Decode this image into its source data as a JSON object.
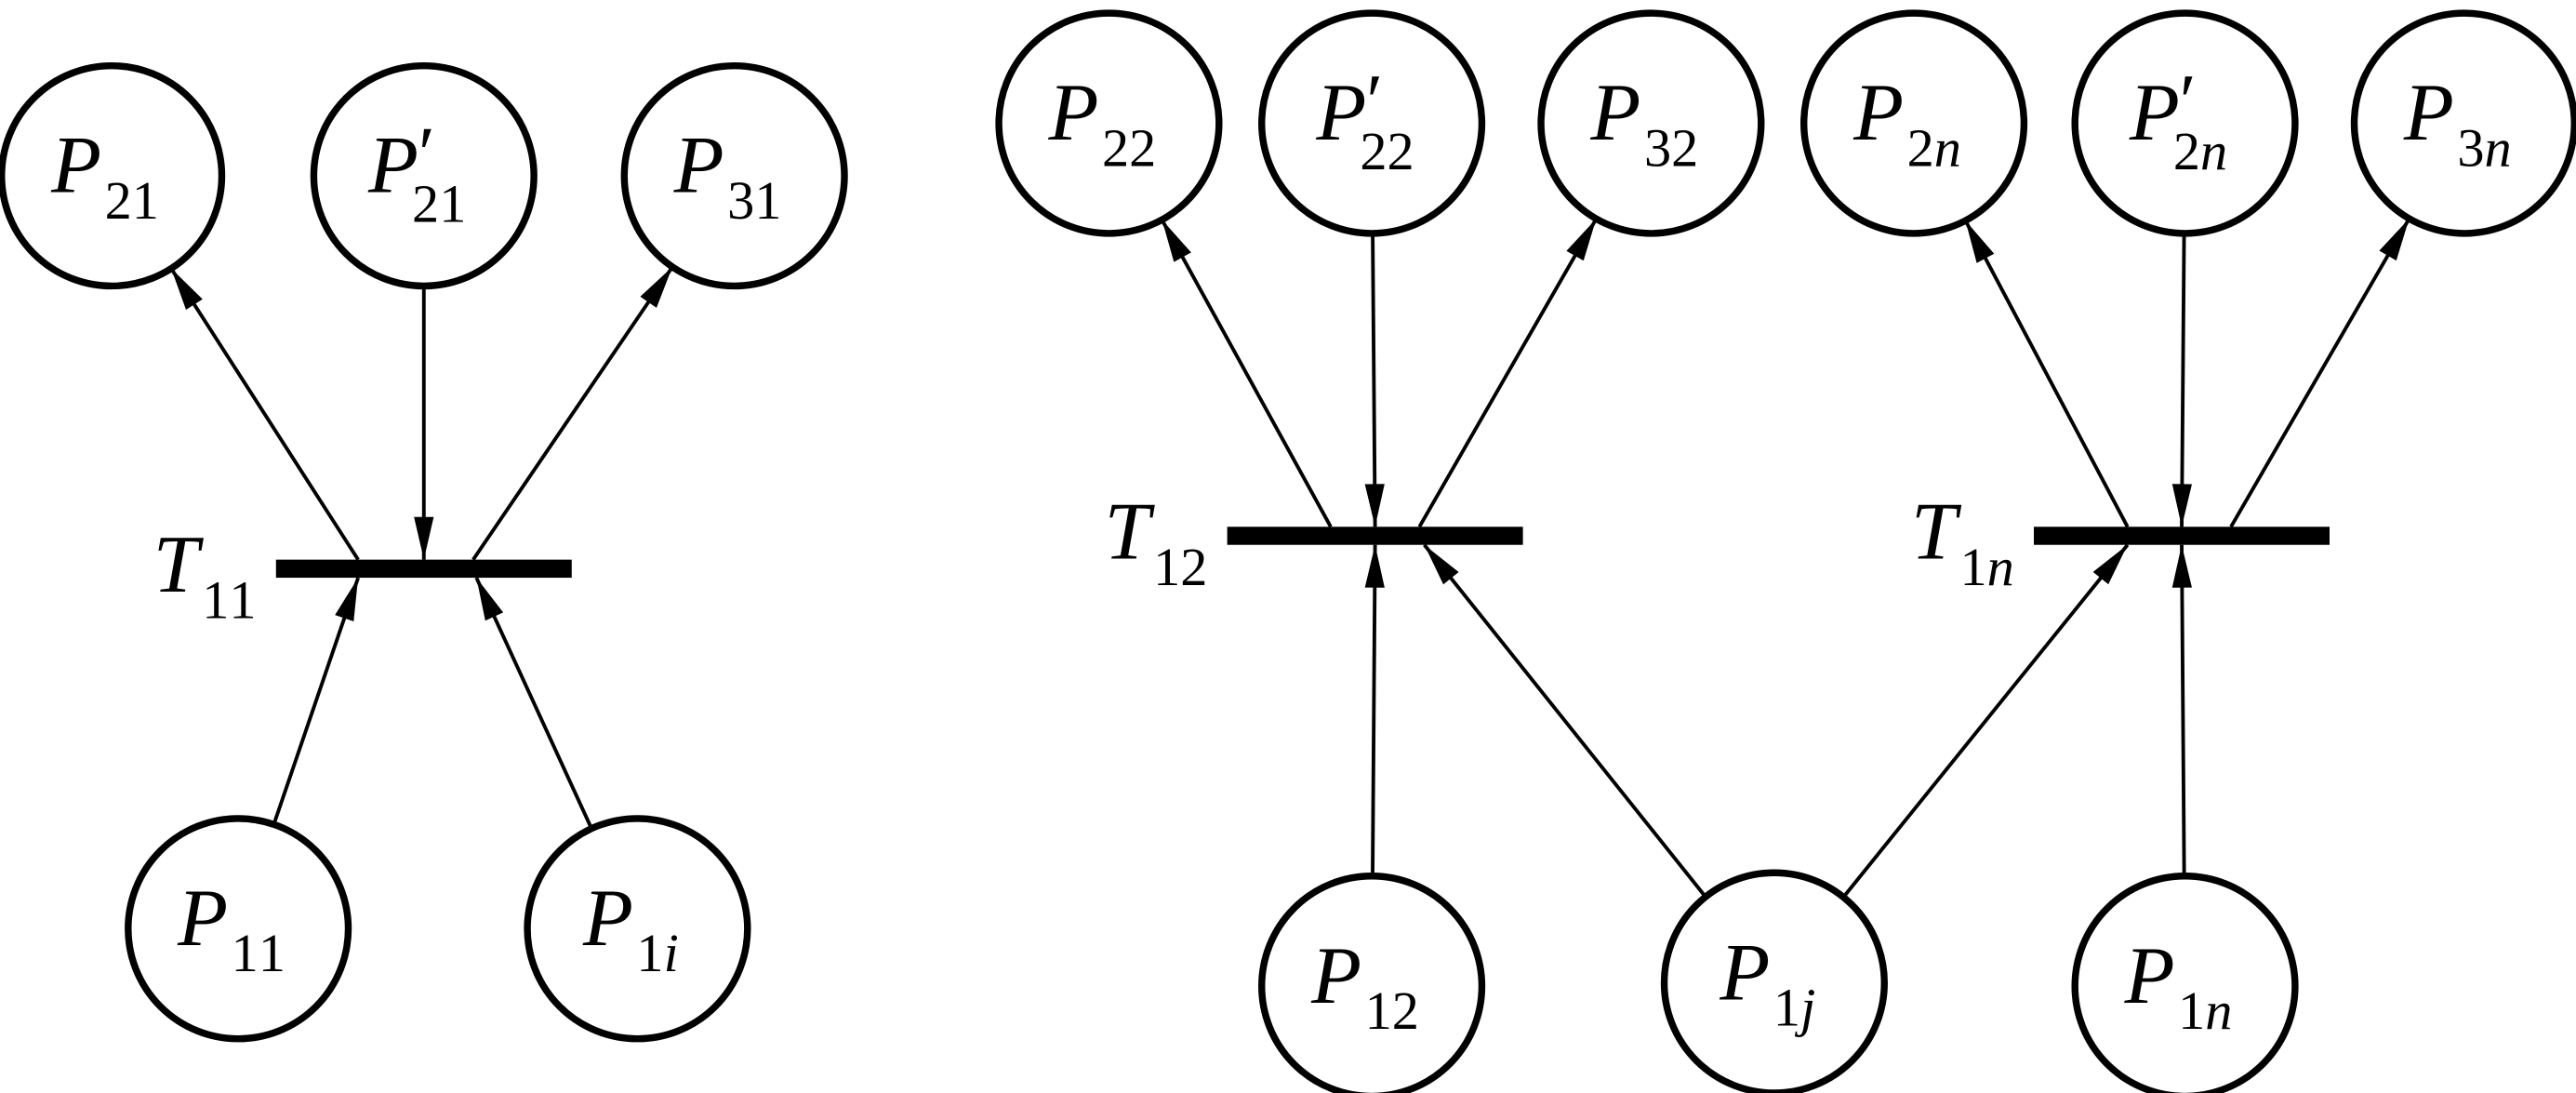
{
  "diagram": {
    "type": "petri-net",
    "colors": {
      "stroke": "#000000",
      "background": "#ffffff"
    },
    "places": [
      {
        "id": "P21",
        "main": "P",
        "sub": [
          [
            "2",
            false
          ],
          [
            "1",
            false
          ]
        ],
        "prime": false
      },
      {
        "id": "P21p",
        "main": "P",
        "sub": [
          [
            "2",
            false
          ],
          [
            "1",
            false
          ]
        ],
        "prime": true
      },
      {
        "id": "P31",
        "main": "P",
        "sub": [
          [
            "3",
            false
          ],
          [
            "1",
            false
          ]
        ],
        "prime": false
      },
      {
        "id": "P11",
        "main": "P",
        "sub": [
          [
            "1",
            false
          ],
          [
            "1",
            false
          ]
        ],
        "prime": false
      },
      {
        "id": "P1i",
        "main": "P",
        "sub": [
          [
            "1",
            false
          ],
          [
            "i",
            true
          ]
        ],
        "prime": false
      },
      {
        "id": "P22",
        "main": "P",
        "sub": [
          [
            "2",
            false
          ],
          [
            "2",
            false
          ]
        ],
        "prime": false
      },
      {
        "id": "P22p",
        "main": "P",
        "sub": [
          [
            "2",
            false
          ],
          [
            "2",
            false
          ]
        ],
        "prime": true
      },
      {
        "id": "P32",
        "main": "P",
        "sub": [
          [
            "3",
            false
          ],
          [
            "2",
            false
          ]
        ],
        "prime": false
      },
      {
        "id": "P2n",
        "main": "P",
        "sub": [
          [
            "2",
            false
          ],
          [
            "n",
            true
          ]
        ],
        "prime": false
      },
      {
        "id": "P2np",
        "main": "P",
        "sub": [
          [
            "2",
            false
          ],
          [
            "n",
            true
          ]
        ],
        "prime": true
      },
      {
        "id": "P3n",
        "main": "P",
        "sub": [
          [
            "3",
            false
          ],
          [
            "n",
            true
          ]
        ],
        "prime": false
      },
      {
        "id": "P12",
        "main": "P",
        "sub": [
          [
            "1",
            false
          ],
          [
            "2",
            false
          ]
        ],
        "prime": false
      },
      {
        "id": "P1j",
        "main": "P",
        "sub": [
          [
            "1",
            false
          ],
          [
            "j",
            true
          ]
        ],
        "prime": false
      },
      {
        "id": "P1n",
        "main": "P",
        "sub": [
          [
            "1",
            false
          ],
          [
            "n",
            true
          ]
        ],
        "prime": false
      }
    ],
    "transitions": [
      {
        "id": "T11",
        "main": "T",
        "sub": [
          [
            "1",
            false
          ],
          [
            "1",
            false
          ]
        ]
      },
      {
        "id": "T12",
        "main": "T",
        "sub": [
          [
            "1",
            false
          ],
          [
            "2",
            false
          ]
        ]
      },
      {
        "id": "T1n",
        "main": "T",
        "sub": [
          [
            "1",
            false
          ],
          [
            "n",
            true
          ]
        ]
      }
    ],
    "arcs": [
      {
        "from": "T11",
        "to": "P21"
      },
      {
        "from": "P21p",
        "to": "T11"
      },
      {
        "from": "T11",
        "to": "P31"
      },
      {
        "from": "P11",
        "to": "T11"
      },
      {
        "from": "P1i",
        "to": "T11"
      },
      {
        "from": "T12",
        "to": "P22"
      },
      {
        "from": "P22p",
        "to": "T12"
      },
      {
        "from": "T12",
        "to": "P32"
      },
      {
        "from": "P12",
        "to": "T12"
      },
      {
        "from": "P1j",
        "to": "T12"
      },
      {
        "from": "T1n",
        "to": "P2n"
      },
      {
        "from": "P2np",
        "to": "T1n"
      },
      {
        "from": "T1n",
        "to": "P3n"
      },
      {
        "from": "P1j",
        "to": "T1n"
      },
      {
        "from": "P1n",
        "to": "T1n"
      }
    ]
  }
}
